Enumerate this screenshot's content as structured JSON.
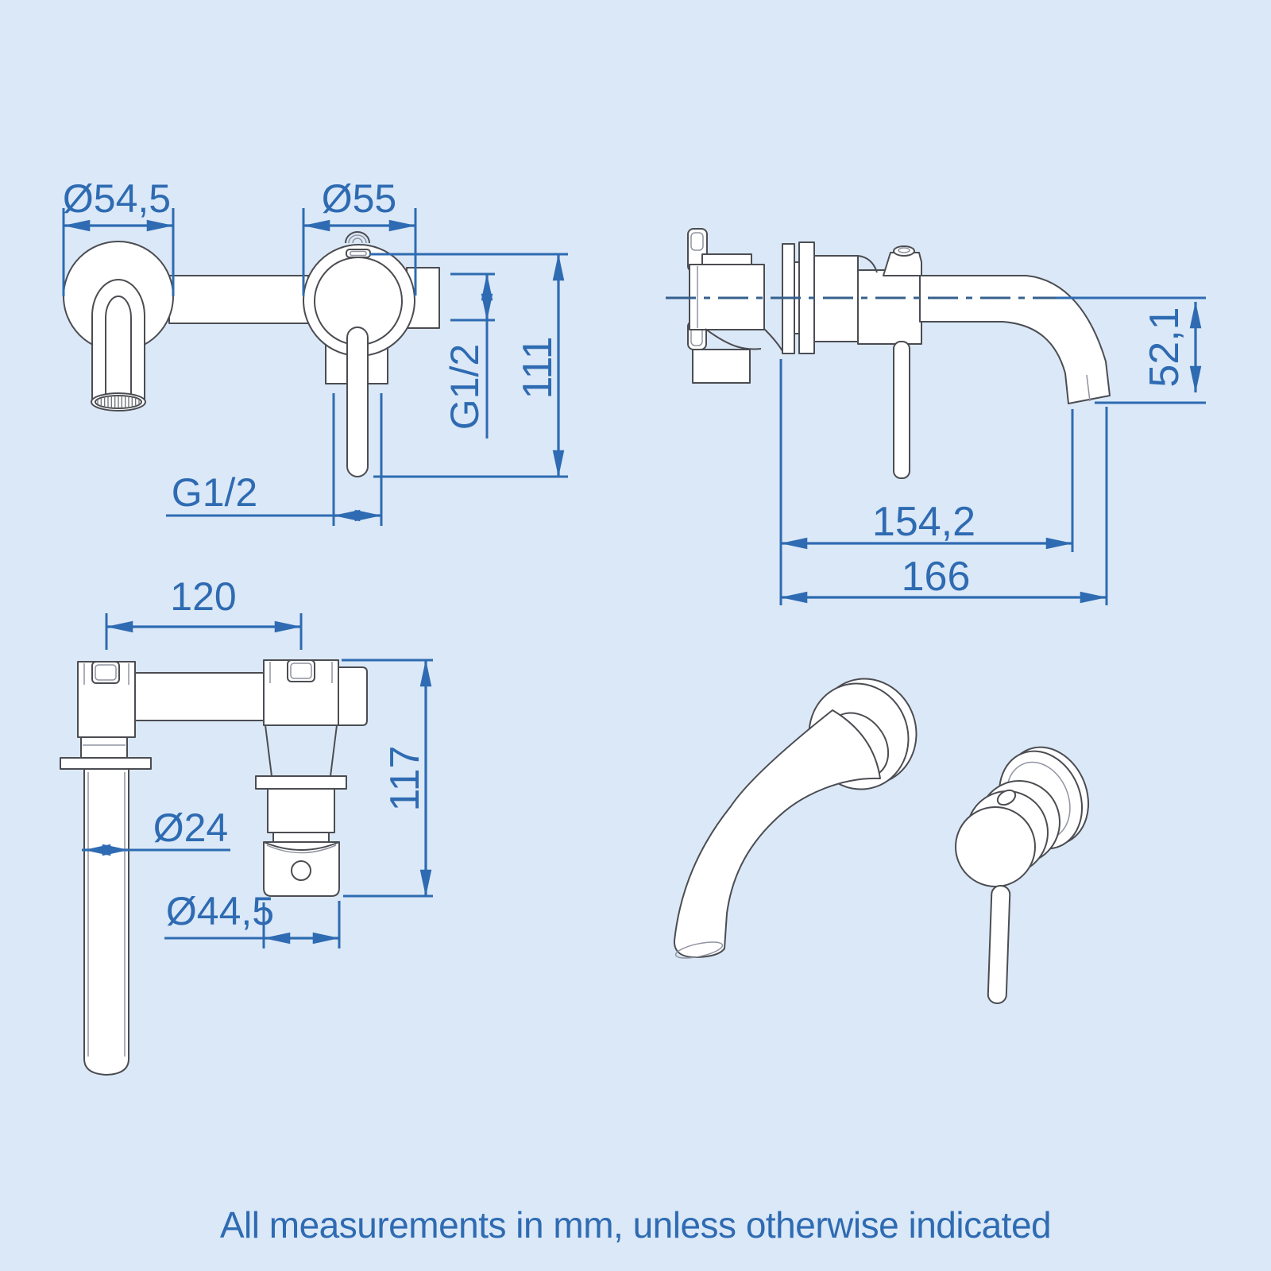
{
  "page": {
    "background_color": "#dbe8f7",
    "footer_note": "All measurements in mm, unless otherwise indicated"
  },
  "drawing": {
    "line_color": "#4b4d52",
    "dimension_color": "#2e6bb2",
    "centerline_color": "#35608d",
    "views": {
      "front_elevation": {
        "dimensions": {
          "escutcheon_diameter": "Ø54,5",
          "mixer_body_diameter": "Ø55",
          "outlet_thread": "G1/2",
          "inlet_thread": "G1/2",
          "overall_height": "111"
        }
      },
      "side_elevation": {
        "dimensions": {
          "spout_drop_height": "52,1",
          "wall_to_aerator": "154,2",
          "overall_projection": "166"
        }
      },
      "plan": {
        "dimensions": {
          "hole_centres": "120",
          "spout_tube_diameter": "Ø24",
          "mixer_body_diameter": "Ø44,5",
          "overall_depth": "117"
        }
      }
    }
  }
}
